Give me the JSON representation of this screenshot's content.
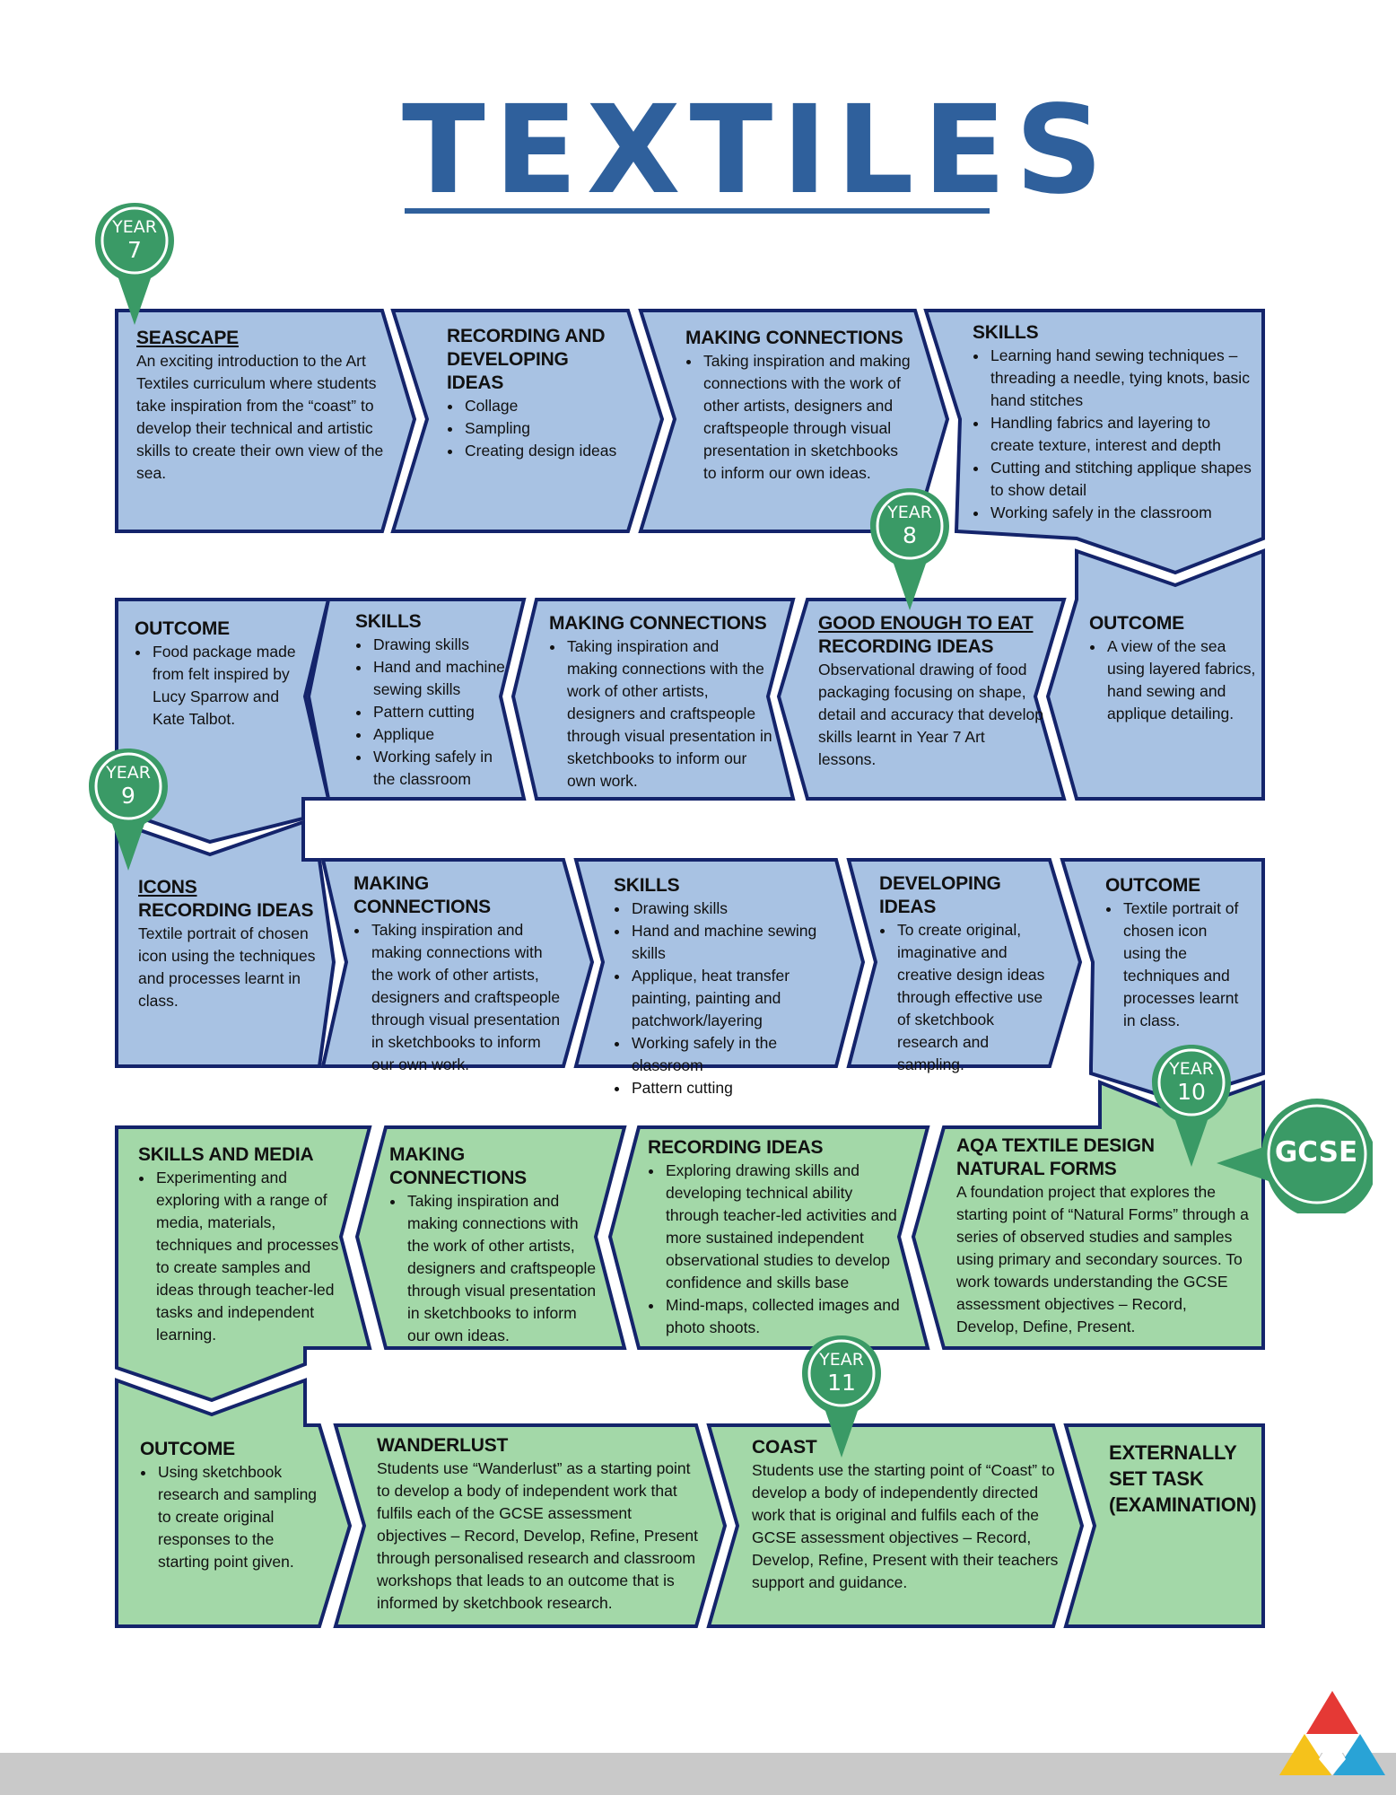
{
  "title": "TEXTILES",
  "colors": {
    "blue_fill": "#a8c2e3",
    "green_fill": "#a3d8a8",
    "outline": "#14246b",
    "pin_green": "#3a9a66",
    "title_blue": "#2f609c"
  },
  "pins": [
    {
      "year_label": "YEAR",
      "year_number": "7"
    },
    {
      "year_label": "YEAR",
      "year_number": "8"
    },
    {
      "year_label": "YEAR",
      "year_number": "9"
    },
    {
      "year_label": "YEAR",
      "year_number": "10"
    },
    {
      "year_label": "YEAR",
      "year_number": "11"
    }
  ],
  "gcse_label": "GCSE",
  "rows": [
    {
      "boxes": [
        {
          "heading": "SEASCAPE",
          "text": "An exciting introduction to the Art Textiles curriculum where students take inspiration from the “coast” to develop their technical and artistic skills to create their own view of the sea."
        },
        {
          "heading": "RECORDING AND DEVELOPING IDEAS",
          "items": [
            "Collage",
            "Sampling",
            "Creating design ideas"
          ]
        },
        {
          "heading": "MAKING CONNECTIONS",
          "items": [
            "Taking inspiration and making connections with the work of other artists, designers and craftspeople through visual presentation in sketchbooks to inform our own ideas."
          ]
        },
        {
          "heading": "SKILLS",
          "items": [
            "Learning hand sewing techniques – threading a needle, tying knots, basic hand stitches",
            "Handling fabrics and layering to create texture, interest and depth",
            "Cutting and stitching applique shapes to show detail",
            "Working safely in the classroom"
          ]
        }
      ]
    },
    {
      "boxes": [
        {
          "heading": "OUTCOME",
          "items": [
            "A view of the sea using layered fabrics, hand sewing and applique detailing."
          ]
        },
        {
          "heading": "GOOD ENOUGH TO EAT",
          "subheading": "RECORDING IDEAS",
          "text": "Observational drawing of food packaging focusing on shape, detail and accuracy that develop skills learnt in Year 7 Art lessons."
        },
        {
          "heading": "MAKING CONNECTIONS",
          "items": [
            "Taking inspiration and making connections with the work of other artists, designers and craftspeople through visual presentation in sketchbooks to inform our own work."
          ]
        },
        {
          "heading": "SKILLS",
          "items": [
            "Drawing skills",
            "Hand and machine sewing skills",
            "Pattern cutting",
            "Applique",
            "Working safely in the classroom"
          ]
        },
        {
          "heading": "OUTCOME",
          "items": [
            "Food package made from felt inspired by Lucy Sparrow and Kate Talbot."
          ]
        }
      ]
    },
    {
      "boxes": [
        {
          "heading": "ICONS",
          "subheading": "RECORDING IDEAS",
          "text": "Textile portrait of chosen icon using the techniques and processes learnt in class."
        },
        {
          "heading": "MAKING CONNECTIONS",
          "items": [
            "Taking inspiration and making connections with the work of other artists, designers and craftspeople through visual presentation in sketchbooks to inform our own work."
          ]
        },
        {
          "heading": "SKILLS",
          "items": [
            "Drawing skills",
            "Hand and machine sewing skills",
            "Applique, heat transfer painting, painting and patchwork/layering",
            "Working safely in the classroom",
            "Pattern cutting"
          ]
        },
        {
          "heading": "DEVELOPING IDEAS",
          "items": [
            "To create original, imaginative and creative design ideas through effective use of sketchbook research and sampling."
          ]
        },
        {
          "heading": "OUTCOME",
          "items": [
            "Textile portrait of chosen icon using the techniques and processes learnt in class."
          ]
        }
      ]
    },
    {
      "boxes": [
        {
          "heading": "AQA TEXTILE DESIGN",
          "subheading": "NATURAL FORMS",
          "text": "A foundation project that explores the starting point of “Natural Forms” through a series of observed studies and samples using primary and secondary sources. To work towards understanding the GCSE assessment objectives – Record, Develop, Define, Present."
        },
        {
          "heading": "RECORDING IDEAS",
          "items": [
            "Exploring drawing skills and developing technical ability through teacher-led activities and more sustained independent observational studies to develop confidence and skills base",
            "Mind-maps, collected images and photo shoots."
          ]
        },
        {
          "heading": "MAKING CONNECTIONS",
          "items": [
            "Taking inspiration and making connections with the work of other artists, designers and craftspeople through visual presentation in sketchbooks to inform our own ideas."
          ]
        },
        {
          "heading": "SKILLS AND MEDIA",
          "items": [
            "Experimenting and exploring with a range of media, materials, techniques and processes to create samples and ideas through teacher-led tasks and independent learning."
          ]
        }
      ]
    },
    {
      "boxes": [
        {
          "heading": "OUTCOME",
          "items": [
            "Using sketchbook research and sampling to create original responses to the starting point given."
          ]
        },
        {
          "heading": "WANDERLUST",
          "text": "Students use “Wanderlust” as a starting point to develop a body of independent work that fulfils each of the GCSE assessment objectives – Record, Develop, Refine, Present through personalised research and classroom workshops that leads to an outcome that is informed by sketchbook research."
        },
        {
          "heading": "COAST",
          "text": "Students use the starting point of “Coast” to develop a body of independently directed work that is original and fulfils each of the GCSE assessment objectives – Record, Develop, Refine, Present with their teachers support and guidance."
        },
        {
          "heading": "EXTERNALLY SET TASK (EXAMINATION)"
        }
      ]
    }
  ]
}
